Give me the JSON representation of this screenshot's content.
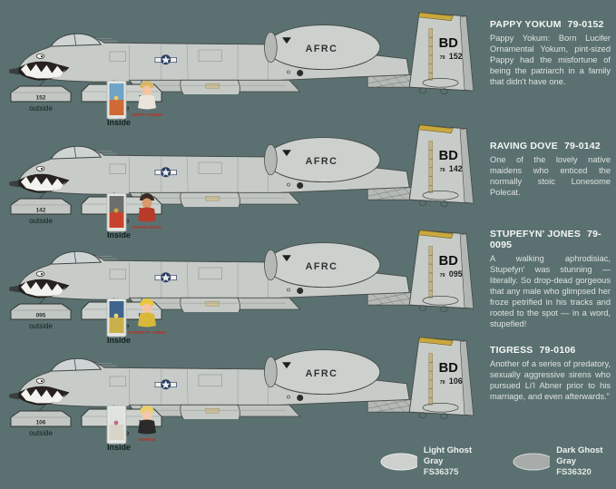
{
  "page": {
    "background": "#5b7171"
  },
  "aircraft": [
    {
      "name": "PAPPY YOKUM",
      "serial": "79-0152",
      "description": "Pappy Yokum: Born Lucifer Ornamental Yokum, pint-sized Pappy had the misfortune of being the patriarch in a family that didn't have one.",
      "tail_code": "BD",
      "tail_prefix": "79",
      "tail_number": "152",
      "fuselage_text": "AFRC",
      "pod_number": "152",
      "outside_label": "outside",
      "inside_label": "inside",
      "inside_card_label": "Inside",
      "nose_art_name": "PAPPY YOKUM",
      "art": {
        "hair": "#d8b868",
        "skin": "#f2c4a0",
        "body": "#e9e5da",
        "card_top": "#6fa3c8",
        "card_bottom": "#d06a35",
        "accent": "#e8c86a"
      }
    },
    {
      "name": "RAVING DOVE",
      "serial": "79-0142",
      "description": "One of the lovely native maidens who enticed the normally stoic Lonesome Polecat.",
      "tail_code": "BD",
      "tail_prefix": "79",
      "tail_number": "142",
      "fuselage_text": "AFRC",
      "pod_number": "142",
      "outside_label": "outside",
      "inside_label": "inside",
      "inside_card_label": "Inside",
      "nose_art_name": "RAVING DOVE",
      "art": {
        "hair": "#3a2a24",
        "skin": "#d89a6a",
        "body": "#b83a2a",
        "card_top": "#6a6f6d",
        "card_bottom": "#c8432e",
        "accent": "#d8a43a"
      }
    },
    {
      "name": "STUPEFYN' JONES",
      "serial": "79-0095",
      "description": "A walking aphrodisiac, Stupefyn' was stunning — literally. So drop-dead gorgeous that any male who glimpsed her froze petrified in his tracks and rooted to the spot — in a word, stupefied!",
      "tail_code": "BD",
      "tail_prefix": "79",
      "tail_number": "095",
      "fuselage_text": "AFRC",
      "pod_number": "095",
      "outside_label": "outside",
      "inside_label": "inside",
      "inside_card_label": "Inside",
      "nose_art_name": "STUPEFYN' JONES",
      "art": {
        "hair": "#e8c83a",
        "skin": "#f2c4a0",
        "body": "#d8b83a",
        "card_top": "#41648e",
        "card_bottom": "#c9b04a",
        "accent": "#e8d87a"
      }
    },
    {
      "name": "TIGRESS",
      "serial": "79-0106",
      "description": "Another of a series of predatory, sexually aggressive sirens who pursued Li'l Abner prior to his marriage, and even afterwards.\"",
      "tail_code": "BD",
      "tail_prefix": "79",
      "tail_number": "106",
      "fuselage_text": "AFRC",
      "pod_number": "106",
      "outside_label": "outside",
      "inside_label": "inside",
      "inside_card_label": "Inside",
      "nose_art_name": "TIGRESS",
      "art": {
        "hair": "#e8d06a",
        "skin": "#f2c8a8",
        "body": "#2a2a2a",
        "card_top": "#dfe2dd",
        "card_bottom": "#d8d4c8",
        "accent": "#c46a8a"
      }
    }
  ],
  "legend": [
    {
      "label": "Light Ghost Gray",
      "code": "FS36375",
      "color": "#cdd1ce"
    },
    {
      "label": "Dark Ghost Gray",
      "code": "FS36320",
      "color": "#a7acaa"
    }
  ]
}
